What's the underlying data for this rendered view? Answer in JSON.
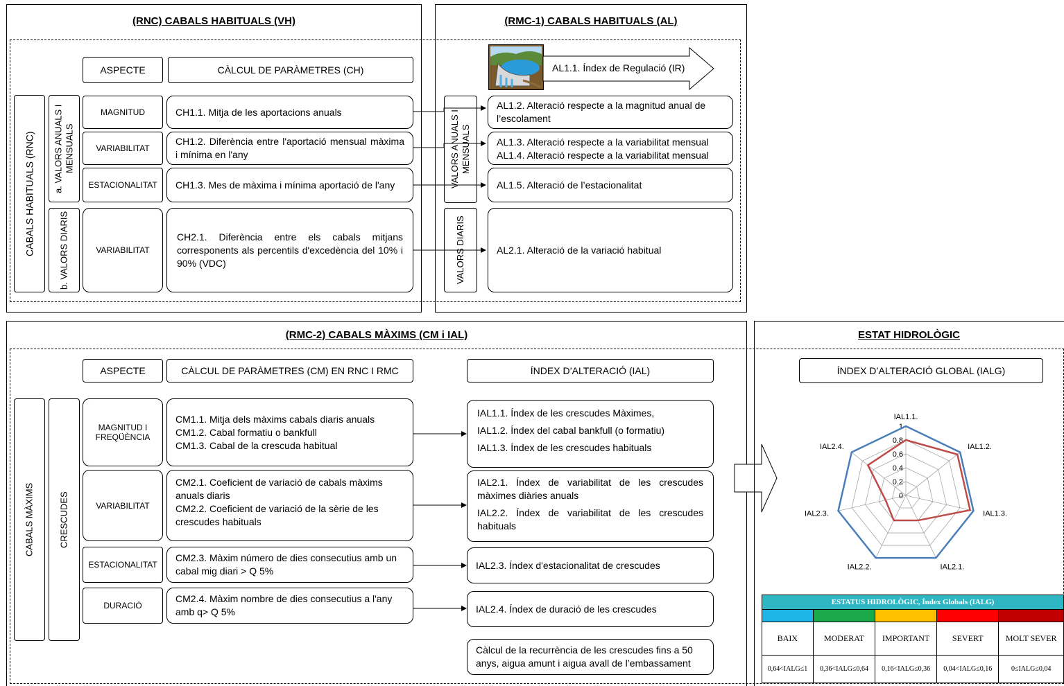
{
  "rnc": {
    "title": "(RNC) CABALS HABITUALS (VH)",
    "aspecte": "ASPECTE",
    "calcul": "CÀLCUL DE PARÀMETRES (CH)",
    "side_label": "CABALS HABITUALS (RNC)",
    "group_a": "a. VALORS ANUALS I MENSUALS",
    "group_b": "b. VALORS DIARIS",
    "rows": [
      {
        "aspect": "MAGNITUD",
        "param": "CH1.1. Mitja de les aportacions anuals"
      },
      {
        "aspect": "VARIABILITAT",
        "param": "CH1.2. Diferència entre l'aportació mensual màxima i mínima en l'any"
      },
      {
        "aspect": "ESTACIONALITAT",
        "param": "CH1.3. Mes de màxima i mínima aportació de l'any"
      },
      {
        "aspect": "VARIABILITAT",
        "param": "CH2.1. Diferència entre els cabals mitjans corresponents als percentils d'excedència del 10% i 90% (VDC)"
      }
    ]
  },
  "rmc1": {
    "title": "(RMC-1) CABALS HABITUALS (AL)",
    "arrow_label": "AL1.1. Índex de Regulació (IR)",
    "group_a": "VALORS ANUALS I MENSUALS",
    "group_b": "VALORS DIARIS",
    "items": [
      "AL1.2. Alteració respecte a la magnitud anual de l’escolament",
      "AL1.3. Alteració respecte a la variabilitat mensual",
      "AL1.4. Alteració respecte a la variabilitat mensual",
      "AL1.5. Alteració de l’estacionalitat",
      "AL2.1. Alteració de la variació habitual"
    ]
  },
  "rmc2": {
    "title": "(RMC-2) CABALS MÀXIMS (CM i IAL)",
    "aspecte": "ASPECTE",
    "calcul": "CÀLCUL DE PARÀMETRES (CM) EN RNC I RMC",
    "index": "ÍNDEX D’ALTERACIÓ (IAL)",
    "side_label": "CABALS MÀXIMS",
    "group": "CRESCUDES",
    "rows": [
      {
        "aspect": "MAGNITUD I FREQÜÈNCIA",
        "params": [
          "CM1.1. Mitja dels màxims cabals diaris anuals",
          "CM1.2. Cabal formatiu o bankfull",
          "CM1.3. Cabal de la crescuda habitual"
        ],
        "indices": [
          "IAL1.1. Índex de les crescudes Màximes,",
          "IAL1.2. Índex del cabal bankfull (o formatiu)",
          "IAL1.3. Índex de les crescudes habituals"
        ]
      },
      {
        "aspect": "VARIABILITAT",
        "params": [
          "CM2.1. Coeficient de variació de cabals màxims anuals diaris",
          "CM2.2. Coeficient de variació de la sèrie de les crescudes habituals"
        ],
        "indices": [
          "IAL2.1. Índex de variabilitat de les crescudes màximes diàries anuals",
          "IAL2.2. Índex de variabilitat de les crescudes habituals"
        ]
      },
      {
        "aspect": "ESTACIONALITAT",
        "params": [
          "CM2.3. Màxim número de dies consecutius amb un cabal mig diari > Q 5%"
        ],
        "indices": [
          "IAL2.3. Índex d'estacionalitat de crescudes"
        ]
      },
      {
        "aspect": "DURACIÓ",
        "params": [
          "CM2.4. Màxim nombre de dies consecutius a l'any amb q> Q 5%"
        ],
        "indices": [
          "IAL2.4. Índex de duració de les crescudes"
        ]
      }
    ],
    "note": "Càlcul de la recurrència de les crescudes fins a 50 anys, aigua amunt i aigua avall de l’embassament"
  },
  "estat": {
    "title": "ESTAT HIDROLÒGIC",
    "global": "ÍNDEX D’ALTERACIÓ GLOBAL (IALG)",
    "legend": {
      "title": "ESTATUS HIDROLÒGIC, Índex Globals (IALG)",
      "classes": [
        {
          "name": "BAIX",
          "range": "0,64<IALG≤1",
          "color": "#1eb4e8"
        },
        {
          "name": "MODERAT",
          "range": "0,36<IALG≤0,64",
          "color": "#1aaa4c"
        },
        {
          "name": "IMPORTANT",
          "range": "0,16<IALG≤0,36",
          "color": "#ffc000"
        },
        {
          "name": "SEVERT",
          "range": "0,04<IALG≤0,16",
          "color": "#ff0000"
        },
        {
          "name": "MOLT SEVER",
          "range": "0≤IALG≤0,04",
          "color": "#c00000"
        }
      ],
      "header_color": "#2eb7c3"
    }
  },
  "chart_data": {
    "type": "radar",
    "categories": [
      "IAL1.1.",
      "IAL1.2.",
      "IAL1.3.",
      "IAL2.1.",
      "IAL2.2.",
      "IAL2.3.",
      "IAL2.4."
    ],
    "ticks": [
      "0",
      "0.2",
      "0.4",
      "0.6",
      "0.8",
      "1"
    ],
    "ylim": [
      0,
      1
    ],
    "series": [
      {
        "values": [
          1,
          1,
          1,
          1,
          1,
          1,
          1
        ],
        "color": "#4a7ebb"
      },
      {
        "values": [
          0.8,
          0.95,
          0.95,
          0.4,
          0.4,
          0.3,
          0.7
        ],
        "color": "#be4b48"
      }
    ]
  }
}
